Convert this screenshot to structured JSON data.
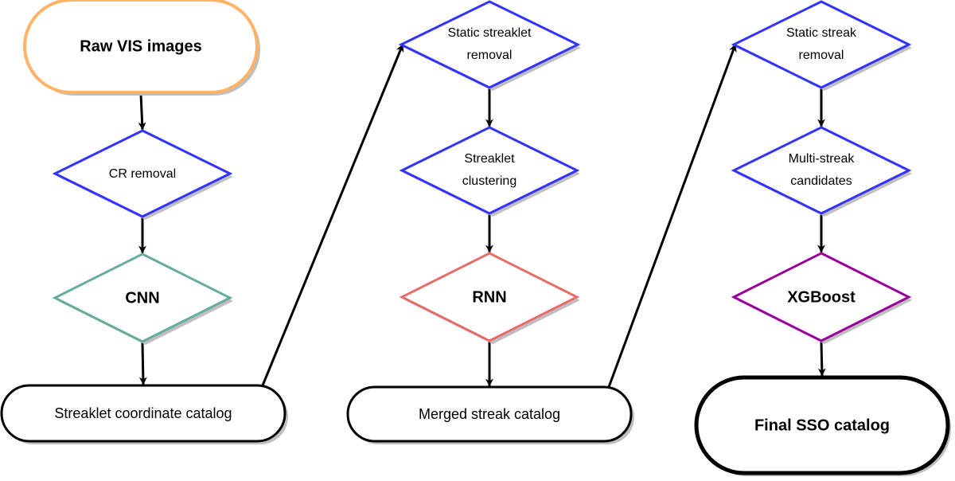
{
  "diagram": {
    "type": "flowchart",
    "colors": {
      "start_border": "#ffb366",
      "process_border": "#3333ff",
      "cnn_border": "#67ab9f",
      "rnn_border": "#ea6b66",
      "xgboost_border": "#990099",
      "terminal_border": "#000000",
      "shadow": "#bfbfbf",
      "arrow": "#000000"
    },
    "nodes": [
      {
        "id": "raw",
        "shape": "terminal",
        "label": "Raw VIS images",
        "bold": true,
        "color_key": "start_border"
      },
      {
        "id": "cr",
        "shape": "diamond",
        "label": "CR removal",
        "bold": false,
        "color_key": "process_border"
      },
      {
        "id": "cnn",
        "shape": "diamond",
        "label": "CNN",
        "bold": true,
        "color_key": "cnn_border"
      },
      {
        "id": "streaklet_cat",
        "shape": "terminal",
        "label": "Streaklet coordinate catalog",
        "bold": false,
        "color_key": "terminal_border"
      },
      {
        "id": "static_streaklet",
        "shape": "diamond",
        "label_lines": [
          "Static streaklet",
          "removal"
        ],
        "bold": false,
        "color_key": "process_border"
      },
      {
        "id": "clustering",
        "shape": "diamond",
        "label_lines": [
          "Streaklet",
          "clustering"
        ],
        "bold": false,
        "color_key": "process_border"
      },
      {
        "id": "rnn",
        "shape": "diamond",
        "label": "RNN",
        "bold": true,
        "color_key": "rnn_border"
      },
      {
        "id": "merged_cat",
        "shape": "terminal",
        "label": "Merged streak catalog",
        "bold": false,
        "color_key": "terminal_border"
      },
      {
        "id": "static_streak",
        "shape": "diamond",
        "label_lines": [
          "Static streak",
          "removal"
        ],
        "bold": false,
        "color_key": "process_border"
      },
      {
        "id": "multi",
        "shape": "diamond",
        "label_lines": [
          "Multi-streak",
          "candidates"
        ],
        "bold": false,
        "color_key": "process_border"
      },
      {
        "id": "xgb",
        "shape": "diamond",
        "label": "XGBoost",
        "bold": true,
        "color_key": "xgboost_border"
      },
      {
        "id": "final",
        "shape": "terminal",
        "label": "Final SSO catalog",
        "bold": true,
        "color_key": "terminal_border"
      }
    ],
    "edges": [
      {
        "from": "raw",
        "to": "cr"
      },
      {
        "from": "cr",
        "to": "cnn"
      },
      {
        "from": "cnn",
        "to": "streaklet_cat"
      },
      {
        "from": "streaklet_cat",
        "to": "static_streaklet"
      },
      {
        "from": "static_streaklet",
        "to": "clustering"
      },
      {
        "from": "clustering",
        "to": "rnn"
      },
      {
        "from": "rnn",
        "to": "merged_cat"
      },
      {
        "from": "merged_cat",
        "to": "static_streak"
      },
      {
        "from": "static_streak",
        "to": "multi"
      },
      {
        "from": "multi",
        "to": "xgb"
      },
      {
        "from": "xgb",
        "to": "final"
      }
    ]
  }
}
